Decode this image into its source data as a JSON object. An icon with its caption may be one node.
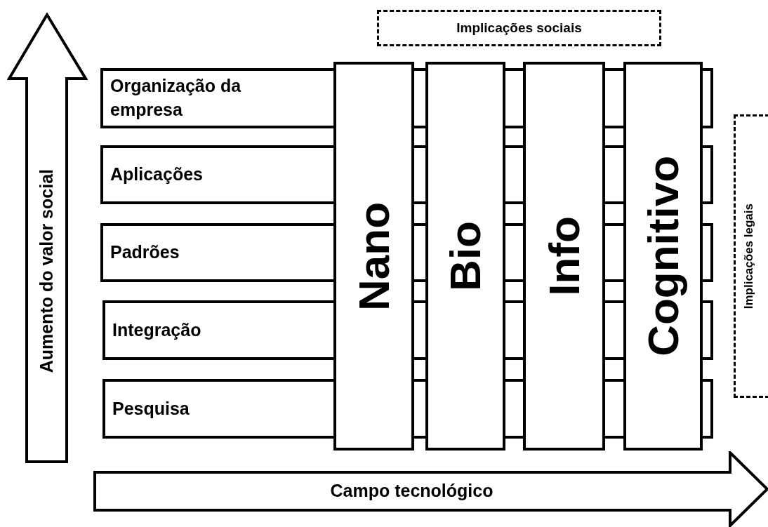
{
  "diagram": {
    "nodes": [
      {
        "text": [
          "Implicações sociais"
        ]
      },
      {
        "text": [
          "Aumento do valor social"
        ]
      },
      {
        "text": [
          "Organização da empresa"
        ]
      },
      {
        "text": [
          "Aplicações"
        ]
      },
      {
        "text": [
          "Padrões"
        ]
      },
      {
        "text": [
          "Integração"
        ]
      },
      {
        "text": [
          "Pesquisa"
        ]
      },
      {
        "text": [
          "Nano"
        ]
      },
      {
        "text": [
          "Bio"
        ]
      },
      {
        "text": [
          "Info"
        ]
      },
      {
        "text": [
          "Cognitivo"
        ]
      },
      {
        "text": [
          "Implicações legais"
        ]
      },
      {
        "text": [
          "Campo tecnológico"
        ]
      }
    ]
  }
}
